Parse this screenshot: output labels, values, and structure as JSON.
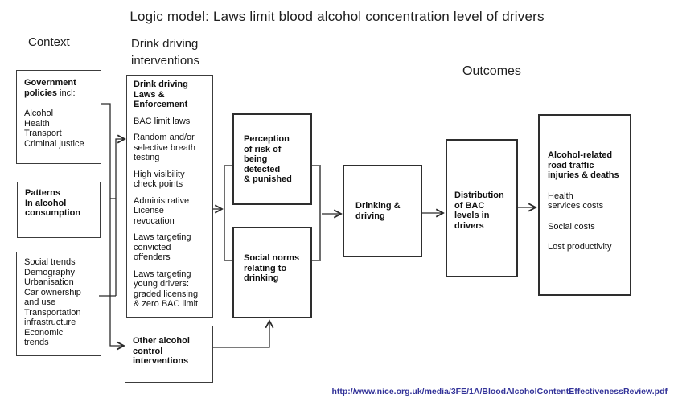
{
  "title": "Logic model: Laws limit blood alcohol concentration level of drivers",
  "headers": {
    "context": "Context",
    "interventions": "Drink driving\ninterventions",
    "outcomes": "Outcomes"
  },
  "context_boxes": {
    "government": {
      "heading": "Government\npolicies",
      "heading_suffix": " incl:",
      "items": "Alcohol\nHealth\nTransport\nCriminal justice"
    },
    "patterns": {
      "text": "Patterns\nIn alcohol\nconsumption"
    },
    "trends": {
      "text": "Social trends\nDemography\nUrbanisation\nCar ownership\nand use\nTransportation\ninfrastructure\nEconomic\ntrends"
    }
  },
  "intervention_boxes": {
    "laws": {
      "heading": "Drink driving\nLaws &\nEnforcement",
      "items": [
        "BAC limit laws",
        "Random and/or\nselective breath\ntesting",
        "High visibility\ncheck points",
        "Administrative\nLicense\nrevocation",
        "Laws targeting\nconvicted\noffenders",
        "Laws targeting\nyoung drivers:\ngraded licensing\n& zero BAC limit"
      ]
    },
    "other": {
      "text": "Other alcohol\ncontrol\ninterventions"
    }
  },
  "mediator_boxes": {
    "perception": {
      "text": "Perception\nof risk of\nbeing\ndetected\n& punished"
    },
    "social_norms": {
      "text": "Social norms\nrelating to\ndrinking"
    }
  },
  "behaviour_box": {
    "text": "Drinking &\ndriving"
  },
  "distribution_box": {
    "text": "Distribution\nof BAC\nlevels in\ndrivers"
  },
  "outcomes_box": {
    "heading": "Alcohol-related\nroad traffic\ninjuries & deaths",
    "items": [
      "Health\nservices costs",
      "Social costs",
      "Lost productivity"
    ]
  },
  "footer": {
    "link": "http://www.nice.org.uk/media/3FE/1A/BloodAlcoholContentEffectivenessReview.pdf"
  },
  "colors": {
    "link": "#333399",
    "line": "#2b2b2b",
    "box_border": "#3c3c3c"
  }
}
